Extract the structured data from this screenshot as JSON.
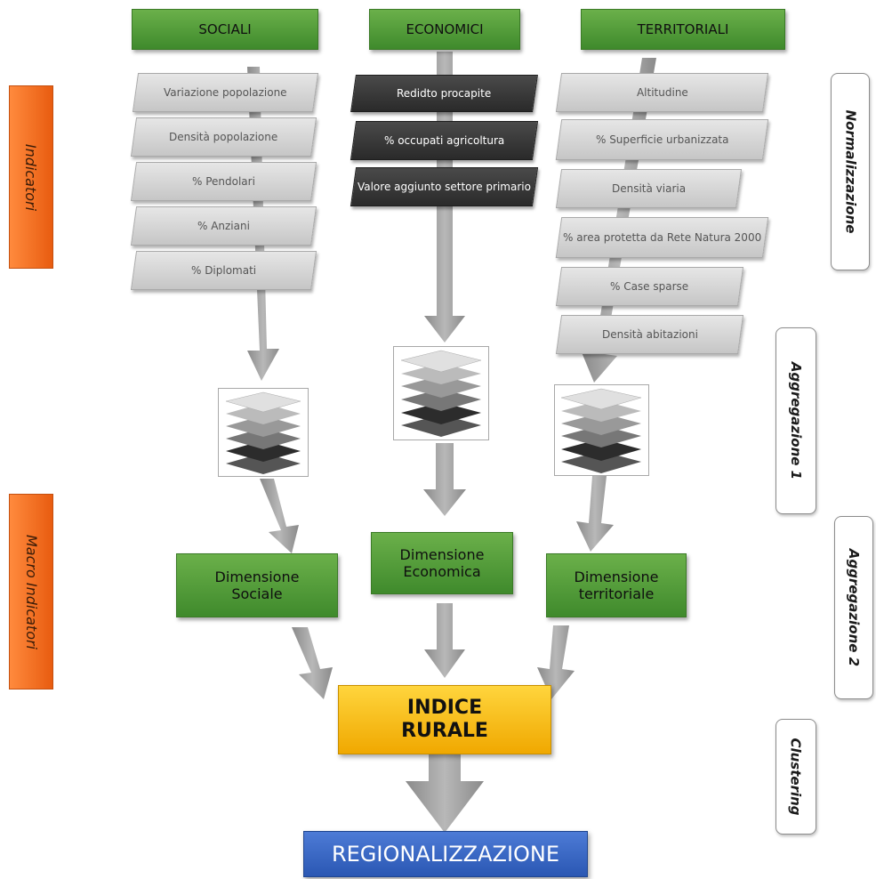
{
  "categories": {
    "sociali": "SOCIALI",
    "economici": "ECONOMICI",
    "territoriali": "TERRITORIALI"
  },
  "sociali_items": [
    "Variazione popolazione",
    "Densità popolazione",
    "% Pendolari",
    "% Anziani",
    "% Diplomati"
  ],
  "economici_items": [
    "Redidto procapite",
    "% occupati agricoltura",
    "Valore aggiunto settore primario"
  ],
  "territoriali_items": [
    "Altitudine",
    "% Superficie urbanizzata",
    "Densità viaria",
    "% area protetta da Rete Natura 2000",
    "% Case sparse",
    "Densità abitazioni"
  ],
  "dimensions": {
    "sociale": "Dimensione Sociale",
    "economica": "Dimensione Economica",
    "territoriale": "Dimensione territoriale"
  },
  "indice": "INDICE RURALE",
  "regionalizzazione": "REGIONALIZZAZIONE",
  "side_labels": {
    "indicatori": "Indicatori",
    "macro_indicatori": "Macro Indicatori",
    "normalizzazione": "Normalizzazione",
    "aggregazione_1": "Aggregazione 1",
    "aggregazione_2": "Aggregazione 2",
    "clustering": "Clustering"
  },
  "colors": {
    "green": "#4e9a35",
    "orange": "#f07020",
    "yellow": "#f7c31c",
    "blue": "#3a66c4",
    "dark": "#333333",
    "arrow": "#9a9a9a"
  }
}
